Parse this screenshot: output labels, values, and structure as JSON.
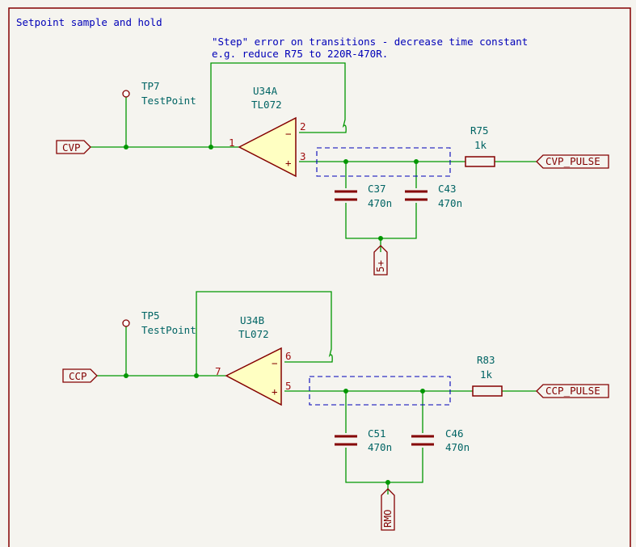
{
  "title": "Setpoint sample and hold",
  "note": {
    "line1": "\"Step\" error on transitions - decrease time constant",
    "line2": "e.g. reduce R75 to 220R-470R."
  },
  "colors": {
    "wire": "#009600",
    "component": "#840000",
    "body_fill": "#ffffc2",
    "reference": "#006464",
    "pin_number": "#a01010",
    "note": "#0000b8",
    "frame": "#840000",
    "dashed_box": "#0000b8"
  },
  "top": {
    "input_label": "CVP",
    "output_label": "CVP_PULSE",
    "power_label": "5+",
    "testpoint": {
      "ref": "TP7",
      "value": "TestPoint"
    },
    "opamp": {
      "ref": "U34A",
      "value": "TL072",
      "pin_out": "1",
      "pin_inv": "2",
      "pin_noninv": "3",
      "minus": "−",
      "plus": "+"
    },
    "resistor": {
      "ref": "R75",
      "value": "1k"
    },
    "cap_left": {
      "ref": "C37",
      "value": "470n"
    },
    "cap_right": {
      "ref": "C43",
      "value": "470n"
    }
  },
  "bottom": {
    "input_label": "CCP",
    "output_label": "CCP_PULSE",
    "power_label": "RMO",
    "testpoint": {
      "ref": "TP5",
      "value": "TestPoint"
    },
    "opamp": {
      "ref": "U34B",
      "value": "TL072",
      "pin_out": "7",
      "pin_inv": "6",
      "pin_noninv": "5",
      "minus": "−",
      "plus": "+"
    },
    "resistor": {
      "ref": "R83",
      "value": "1k"
    },
    "cap_left": {
      "ref": "C51",
      "value": "470n"
    },
    "cap_right": {
      "ref": "C46",
      "value": "470n"
    }
  }
}
